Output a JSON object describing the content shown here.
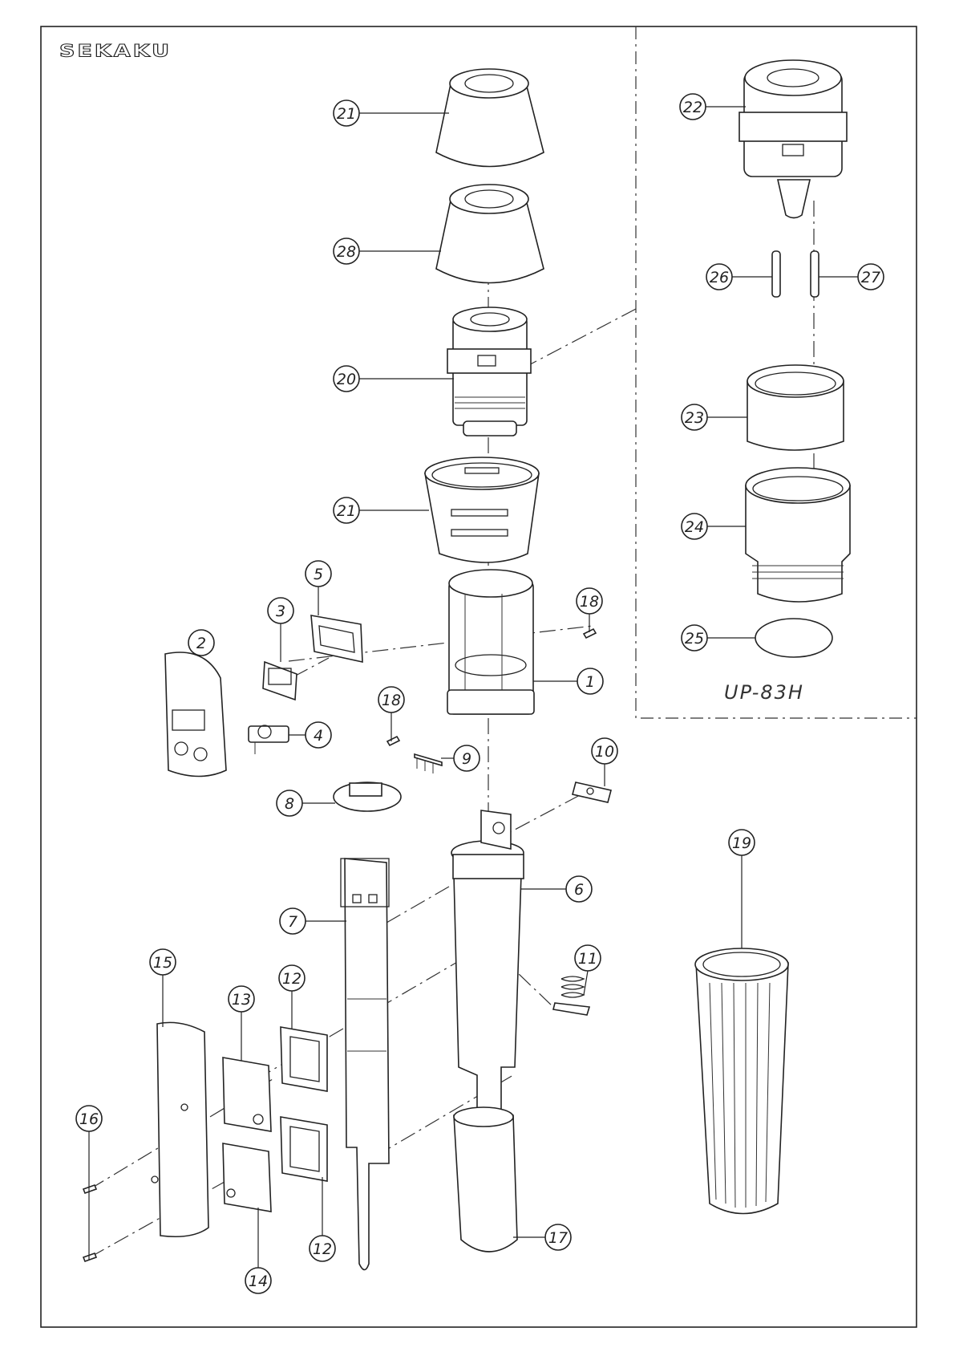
{
  "brand": "SEKAKU",
  "model_label": "UP-83H",
  "callouts": [
    {
      "part": "1",
      "label": "1"
    },
    {
      "part": "2",
      "label": "2"
    },
    {
      "part": "3",
      "label": "3"
    },
    {
      "part": "4",
      "label": "4"
    },
    {
      "part": "5",
      "label": "5"
    },
    {
      "part": "6",
      "label": "6"
    },
    {
      "part": "7",
      "label": "7"
    },
    {
      "part": "8",
      "label": "8"
    },
    {
      "part": "9",
      "label": "9"
    },
    {
      "part": "10",
      "label": "10"
    },
    {
      "part": "11",
      "label": "11"
    },
    {
      "part": "12a",
      "label": "12"
    },
    {
      "part": "12b",
      "label": "12"
    },
    {
      "part": "13",
      "label": "13"
    },
    {
      "part": "14",
      "label": "14"
    },
    {
      "part": "15",
      "label": "15"
    },
    {
      "part": "16",
      "label": "16"
    },
    {
      "part": "17",
      "label": "17"
    },
    {
      "part": "18a",
      "label": "18"
    },
    {
      "part": "18b",
      "label": "18"
    },
    {
      "part": "19",
      "label": "19"
    },
    {
      "part": "20",
      "label": "20"
    },
    {
      "part": "21a",
      "label": "21"
    },
    {
      "part": "21b",
      "label": "21"
    },
    {
      "part": "22",
      "label": "22"
    },
    {
      "part": "23",
      "label": "23"
    },
    {
      "part": "24",
      "label": "24"
    },
    {
      "part": "25",
      "label": "25"
    },
    {
      "part": "26",
      "label": "26"
    },
    {
      "part": "27",
      "label": "27"
    },
    {
      "part": "28",
      "label": "28"
    }
  ]
}
